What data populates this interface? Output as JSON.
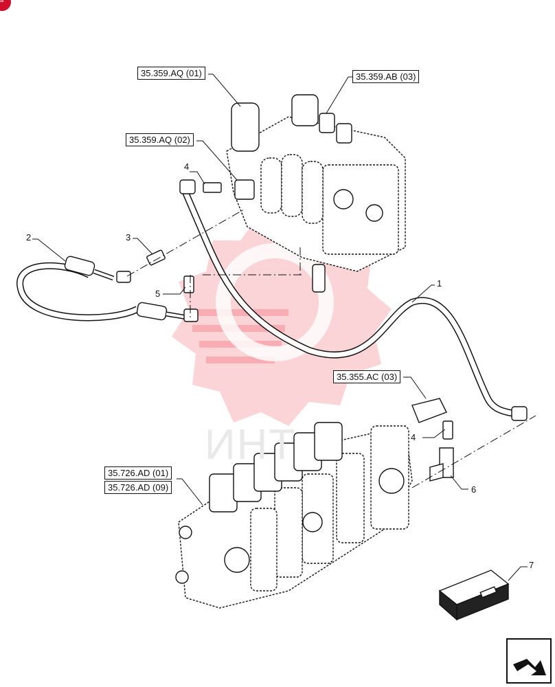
{
  "references": [
    {
      "id": "ref-aq01",
      "text": "35.359.AQ (01)"
    },
    {
      "id": "ref-ab03",
      "text": "35.359.AB (03)"
    },
    {
      "id": "ref-aq02",
      "text": "35.359.AQ (02)"
    },
    {
      "id": "ref-ac03",
      "text": "35.355.AC (03)"
    },
    {
      "id": "ref-ad01",
      "text": "35.726.AD (01)"
    },
    {
      "id": "ref-ad09",
      "text": "35.726.AD (09)"
    }
  ],
  "callouts": [
    "4",
    "2",
    "3",
    "5",
    "1",
    "4",
    "6",
    "7"
  ],
  "watermark": {
    "text": "ИНТ",
    "color": "#e8a0a8"
  },
  "corner_badge": {
    "text": "ar",
    "color": "#d0102a"
  },
  "nav_button": {
    "icon": "next-page-arrow-icon"
  },
  "colors": {
    "line": "#111111",
    "background": "#ffffff",
    "watermark": "#ee3b4a"
  }
}
